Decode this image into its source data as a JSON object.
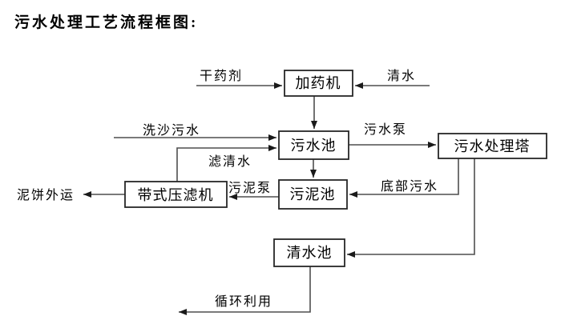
{
  "title": "污水处理工艺流程框图:",
  "nodes": {
    "dosing_machine": "加药机",
    "sewage_pool": "污水池",
    "treatment_tower": "污水处理塔",
    "sludge_pool": "污泥池",
    "belt_filter_press": "带式压滤机",
    "clean_water_pool": "清水池"
  },
  "edges": {
    "dry_agent": "干药剂",
    "clean_water": "清水",
    "sand_washing_sewage": "洗沙污水",
    "sewage_pump": "污水泵",
    "filtered_water": "滤清水",
    "bottom_sewage": "底部污水",
    "sludge_pump": "污泥泵",
    "mud_cake_out": "泥饼外运",
    "recycle_use": "循环利用"
  },
  "colors": {
    "bg": "#ffffff",
    "line": "#4f4f4f",
    "arrow": "#1a1a1a",
    "border": "#262626",
    "text": "#000000"
  }
}
